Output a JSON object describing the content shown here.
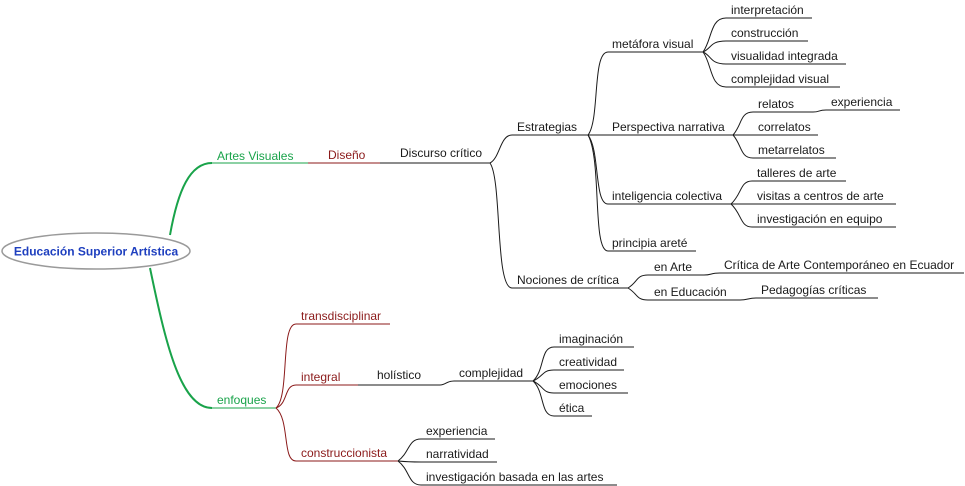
{
  "colors": {
    "root_text": "#1e3fbf",
    "root_border": "#9a9a9a",
    "branch_green": "#19a34a",
    "branch_red": "#8b1a1a",
    "branch_dark": "#1a1a1a"
  },
  "root": {
    "label": "Educación Superior Artística"
  },
  "nodes": {
    "artes_visuales": "Artes Visuales",
    "diseno": "Diseño",
    "discurso_critico": "Discurso crítico",
    "estrategias": "Estrategias",
    "metafora_visual": "metáfora visual",
    "interpretacion": "interpretación",
    "construccion": "construcción",
    "visualidad_integrada": "visualidad integrada",
    "complejidad_visual": "complejidad visual",
    "perspectiva_narrativa": "Perspectiva narrativa",
    "relatos": "relatos",
    "experiencia_1": "experiencia",
    "correlatos": "correlatos",
    "metarrelatos": "metarrelatos",
    "inteligencia_colectiva": "inteligencia colectiva",
    "talleres_de_arte": "talleres de arte",
    "visitas_centros": "visitas a centros de arte",
    "investigacion_equipo": "investigación en equipo",
    "principia_arete": "principia areté",
    "nociones_critica": "Nociones de crítica",
    "en_arte": "en Arte",
    "critica_arte_contemporaneo": "Crítica de Arte Contemporáneo en Ecuador",
    "en_educacion": "en Educación",
    "pedagogias_criticas": "Pedagogías críticas",
    "enfoques": "enfoques",
    "transdisciplinar": "transdisciplinar",
    "integral": "integral",
    "holistico": "holístico",
    "complejidad": "complejidad",
    "imaginacion": "imaginación",
    "creatividad": "creatividad",
    "emociones": "emociones",
    "etica": "ética",
    "construccionista": "construccionista",
    "experiencia_2": "experiencia",
    "narratividad": "narratividad",
    "investigacion_artes": "investigación basada en las artes"
  }
}
